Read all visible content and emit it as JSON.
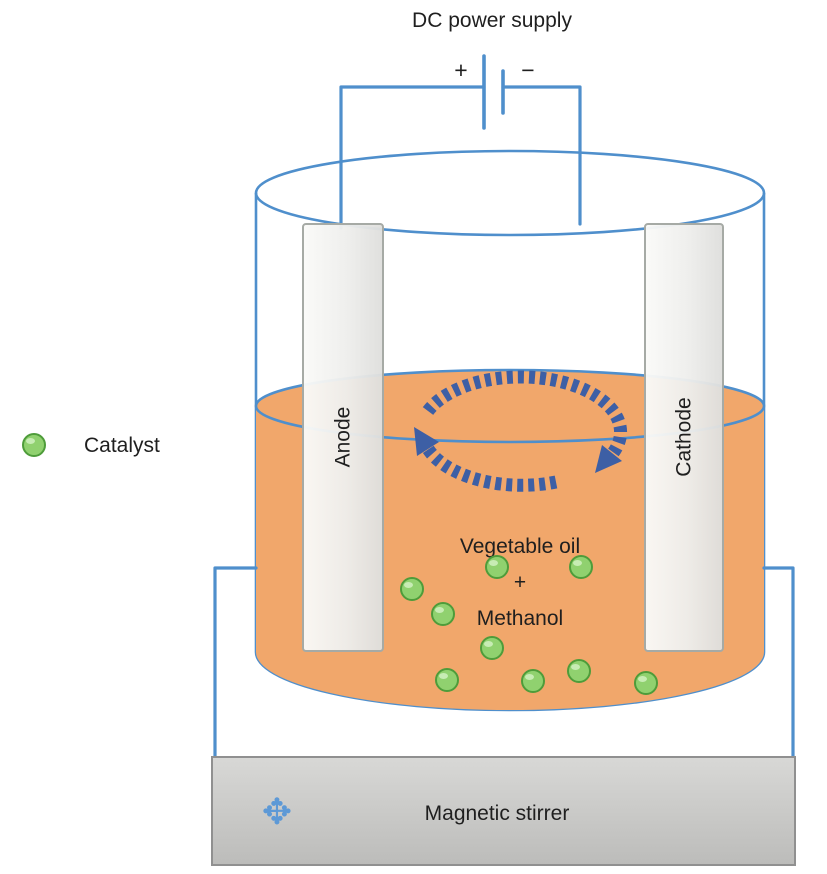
{
  "diagram": {
    "title": "DC power supply",
    "battery": {
      "positive_label": "+",
      "negative_label": "−"
    },
    "electrodes": {
      "anode_label": "Anode",
      "cathode_label": "Cathode"
    },
    "legend": {
      "catalyst_label": "Catalyst"
    },
    "solution": {
      "line1": "Vegetable oil",
      "line2": "+",
      "line3": "Methanol"
    },
    "stirrer": {
      "label": "Magnetic stirrer",
      "icon_glyph": "✥"
    },
    "colors": {
      "wire_blue": "#4f8fcc",
      "arrow_blue": "#3d5fa5",
      "liquid_orange": "#f1a76b",
      "catalyst_green": "#90d16f",
      "catalyst_border_green": "#4e9c3a",
      "electrode_fill": "#f3f3f1",
      "stirrer_base_gray": "#c9c9c7",
      "text": "#1f1f1f"
    }
  }
}
